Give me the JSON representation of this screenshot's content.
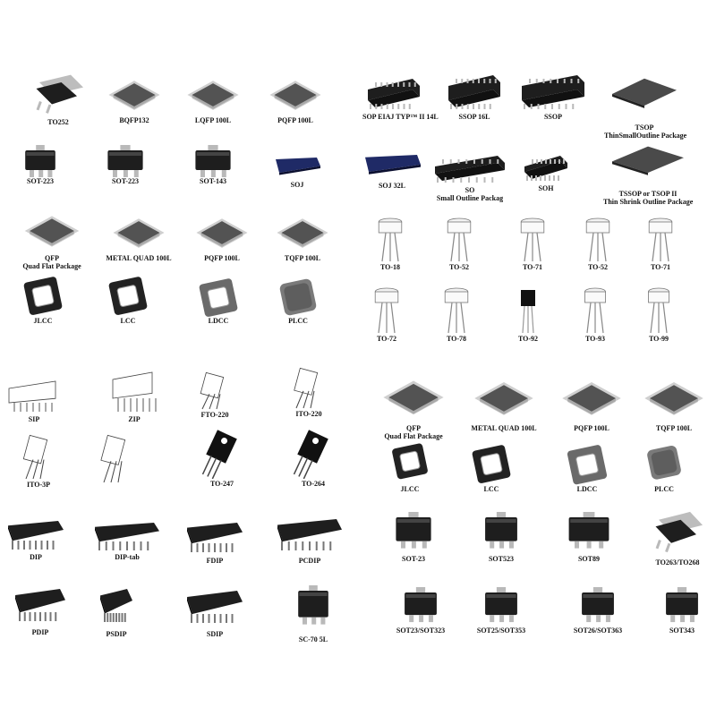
{
  "page": {
    "background": "#ffffff"
  },
  "colors": {
    "chip_dark": "#1e1e1e",
    "chip_gray": "#5b5b5b",
    "lead": "#b9b9b9",
    "soj_blue": "#1f2a66"
  },
  "packages": [
    {
      "id": "to252",
      "label": "TO252",
      "icon": "dpak-icon"
    },
    {
      "id": "bqfp132",
      "label": "BQFP132",
      "icon": "qfp-icon"
    },
    {
      "id": "lqfp100l",
      "label": "LQFP 100L",
      "icon": "qfp-icon"
    },
    {
      "id": "pqfp100l_a",
      "label": "PQFP   100L",
      "icon": "qfp-icon"
    },
    {
      "id": "sop",
      "label": "SOP EIAJ TYP™ II 14L",
      "icon": "sop-icon"
    },
    {
      "id": "ssop16l",
      "label": "SSOP 16L",
      "icon": "ssop-icon"
    },
    {
      "id": "ssop",
      "label": "SSOP",
      "icon": "ssop-icon"
    },
    {
      "id": "tsop",
      "label": "TSOP",
      "sub": "ThinSmallOutline Package",
      "icon": "tsop-icon"
    },
    {
      "id": "sot223_a",
      "label": "SOT-223",
      "icon": "sot-icon"
    },
    {
      "id": "sot223_b",
      "label": "SOT-223",
      "icon": "sot-icon"
    },
    {
      "id": "sot143",
      "label": "SOT-143",
      "icon": "sot-icon"
    },
    {
      "id": "soj",
      "label": "SOJ",
      "icon": "soj-icon"
    },
    {
      "id": "soj32l",
      "label": "SOJ 32L",
      "icon": "soj-icon"
    },
    {
      "id": "so",
      "label": "SO",
      "sub": "Small Outline Packag",
      "icon": "sop-icon"
    },
    {
      "id": "soh",
      "label": "SOH",
      "icon": "sop-icon"
    },
    {
      "id": "tssop",
      "label": "TSSOP or TSOP II",
      "sub": "Thin Shrink Outline Package",
      "icon": "tsop-icon"
    },
    {
      "id": "qfp_a",
      "label": "QFP",
      "sub": "Quad Flat Package",
      "icon": "qfp-icon"
    },
    {
      "id": "metalquad_a",
      "label": "METAL QUAD 100L",
      "icon": "qfp-icon"
    },
    {
      "id": "pqfp_a",
      "label": "PQFP 100L",
      "icon": "qfp-icon"
    },
    {
      "id": "tqfp_a",
      "label": "TQFP 100L",
      "icon": "qfp-icon"
    },
    {
      "id": "to18",
      "label": "TO-18",
      "icon": "can-icon"
    },
    {
      "id": "to52_a",
      "label": "TO-52",
      "icon": "can-icon"
    },
    {
      "id": "to71_a",
      "label": "TO-71",
      "icon": "can-icon"
    },
    {
      "id": "to52_b",
      "label": "TO-52",
      "icon": "can-icon"
    },
    {
      "id": "to71_b",
      "label": "TO-71",
      "icon": "can-icon"
    },
    {
      "id": "jlcc_a",
      "label": "JLCC",
      "icon": "lcc-icon"
    },
    {
      "id": "lcc_a",
      "label": "LCC",
      "icon": "lcc-icon"
    },
    {
      "id": "ldcc_a",
      "label": "LDCC",
      "icon": "lcc-icon"
    },
    {
      "id": "plcc_a",
      "label": "PLCC",
      "icon": "plcc-icon"
    },
    {
      "id": "to72",
      "label": "TO-72",
      "icon": "can-icon"
    },
    {
      "id": "to78",
      "label": "TO-78",
      "icon": "can-icon"
    },
    {
      "id": "to92",
      "label": "TO-92",
      "icon": "to92-icon"
    },
    {
      "id": "to93",
      "label": "TO-93",
      "icon": "can-icon"
    },
    {
      "id": "to99",
      "label": "TO-99",
      "icon": "can-icon"
    },
    {
      "id": "sip",
      "label": "SIP",
      "icon": "sip-icon"
    },
    {
      "id": "zip",
      "label": "ZIP",
      "icon": "zip-icon"
    },
    {
      "id": "fto220",
      "label": "FTO-220",
      "icon": "to220-icon"
    },
    {
      "id": "ito220",
      "label": "ITO-220",
      "icon": "to220-icon"
    },
    {
      "id": "qfp_b",
      "label": "QFP",
      "sub": "Quad Flat Package",
      "icon": "qfp-icon"
    },
    {
      "id": "metalquad_b",
      "label": "METAL QUAD 100L",
      "icon": "qfp-icon"
    },
    {
      "id": "pqfp_b",
      "label": "PQFP 100L",
      "icon": "qfp-icon"
    },
    {
      "id": "tqfp_b",
      "label": "TQFP 100L",
      "icon": "qfp-icon"
    },
    {
      "id": "to3p",
      "label": "ITO-3P",
      "icon": "to220-icon"
    },
    {
      "id": "to220",
      "label": "",
      "icon": "to220-icon"
    },
    {
      "id": "to247",
      "label": "TO-247",
      "icon": "to247-icon"
    },
    {
      "id": "to264",
      "label": "TO-264",
      "icon": "to247-icon"
    },
    {
      "id": "jlcc_b",
      "label": "JLCC",
      "icon": "lcc-icon"
    },
    {
      "id": "lcc_b",
      "label": "LCC",
      "icon": "lcc-icon"
    },
    {
      "id": "ldcc_b",
      "label": "LDCC",
      "icon": "lcc-icon"
    },
    {
      "id": "plcc_b",
      "label": "PLCC",
      "icon": "plcc-icon"
    },
    {
      "id": "dip",
      "label": "DIP",
      "icon": "dip-icon"
    },
    {
      "id": "diptab",
      "label": "DIP-tab",
      "icon": "dip-icon"
    },
    {
      "id": "fdip",
      "label": "FDIP",
      "icon": "dip-icon"
    },
    {
      "id": "pcdip",
      "label": "PCDIP",
      "icon": "dip-icon"
    },
    {
      "id": "sot23",
      "label": "SOT-23",
      "icon": "sot-icon"
    },
    {
      "id": "sot523",
      "label": "SOT523",
      "icon": "sot-icon"
    },
    {
      "id": "sot89",
      "label": "SOT89",
      "icon": "sot-icon"
    },
    {
      "id": "to263",
      "label": "TO263/TO268",
      "icon": "dpak-icon"
    },
    {
      "id": "pdip",
      "label": "PDIP",
      "icon": "dip-icon"
    },
    {
      "id": "psdip",
      "label": "PSDIP",
      "icon": "dip-icon"
    },
    {
      "id": "sdip",
      "label": "SDIP",
      "icon": "dip-icon"
    },
    {
      "id": "sc70",
      "label": "SC-70 5L",
      "icon": "sot-icon"
    },
    {
      "id": "sot23_323",
      "label": "SOT23/SOT323",
      "icon": "sot-icon"
    },
    {
      "id": "sot25_353",
      "label": "SOT25/SOT353",
      "icon": "sot-icon"
    },
    {
      "id": "sot26_363",
      "label": "SOT26/SOT363",
      "icon": "sot-icon"
    },
    {
      "id": "sot343",
      "label": "SOT343",
      "icon": "sot-icon"
    }
  ]
}
